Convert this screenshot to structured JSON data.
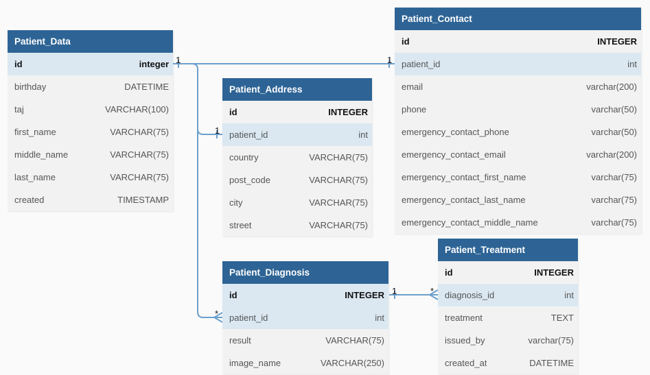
{
  "tables": [
    {
      "key": "patient_data",
      "title": "Patient_Data",
      "fields": [
        {
          "name": "id",
          "type": "integer",
          "pk": true,
          "hl": true
        },
        {
          "name": "birthday",
          "type": "DATETIME"
        },
        {
          "name": "taj",
          "type": "VARCHAR(100)"
        },
        {
          "name": "first_name",
          "type": "VARCHAR(75)"
        },
        {
          "name": "middle_name",
          "type": "VARCHAR(75)"
        },
        {
          "name": "last_name",
          "type": "VARCHAR(75)"
        },
        {
          "name": "created",
          "type": "TIMESTAMP"
        }
      ]
    },
    {
      "key": "patient_address",
      "title": "Patient_Address",
      "fields": [
        {
          "name": "id",
          "type": "INTEGER",
          "pk": true
        },
        {
          "name": "patient_id",
          "type": "int",
          "hl": true
        },
        {
          "name": "country",
          "type": "VARCHAR(75)"
        },
        {
          "name": "post_code",
          "type": "VARCHAR(75)"
        },
        {
          "name": "city",
          "type": "VARCHAR(75)"
        },
        {
          "name": "street",
          "type": "VARCHAR(75)"
        }
      ]
    },
    {
      "key": "patient_contact",
      "title": "Patient_Contact",
      "fields": [
        {
          "name": "id",
          "type": "INTEGER",
          "pk": true
        },
        {
          "name": "patient_id",
          "type": "int",
          "hl": true
        },
        {
          "name": "email",
          "type": "varchar(200)"
        },
        {
          "name": "phone",
          "type": "varchar(50)"
        },
        {
          "name": "emergency_contact_phone",
          "type": "varchar(50)"
        },
        {
          "name": "emergency_contact_email",
          "type": "varchar(200)"
        },
        {
          "name": "emergency_contact_first_name",
          "type": "varchar(75)"
        },
        {
          "name": "emergency_contact_last_name",
          "type": "varchar(75)"
        },
        {
          "name": "emergency_contact_middle_name",
          "type": "varchar(75)"
        }
      ]
    },
    {
      "key": "patient_diagnosis",
      "title": "Patient_Diagnosis",
      "fields": [
        {
          "name": "id",
          "type": "INTEGER",
          "pk": true,
          "hl": true
        },
        {
          "name": "patient_id",
          "type": "int",
          "hl": true
        },
        {
          "name": "result",
          "type": "VARCHAR(75)"
        },
        {
          "name": "image_name",
          "type": "VARCHAR(250)"
        }
      ]
    },
    {
      "key": "patient_treatment",
      "title": "Patient_Treatment",
      "fields": [
        {
          "name": "id",
          "type": "INTEGER",
          "pk": true
        },
        {
          "name": "diagnosis_id",
          "type": "int",
          "hl": true
        },
        {
          "name": "treatment",
          "type": "TEXT"
        },
        {
          "name": "issued_by",
          "type": "varchar(75)"
        },
        {
          "name": "created_at",
          "type": "DATETIME"
        }
      ]
    }
  ],
  "relations": [
    {
      "from": "Patient_Data.id",
      "to": "Patient_Contact.patient_id",
      "from_card": "1",
      "to_card": "1"
    },
    {
      "from": "Patient_Data.id",
      "to": "Patient_Address.patient_id",
      "from_card": "1",
      "to_card": "1"
    },
    {
      "from": "Patient_Data.id",
      "to": "Patient_Diagnosis.patient_id",
      "from_card": "1",
      "to_card": "*"
    },
    {
      "from": "Patient_Diagnosis.id",
      "to": "Patient_Treatment.diagnosis_id",
      "from_card": "1",
      "to_card": "*"
    }
  ],
  "colors": {
    "header": "#2e6495",
    "row": "#f2f2f2",
    "row_highlight": "#dbe8f2",
    "connector": "#6b9fcc"
  }
}
